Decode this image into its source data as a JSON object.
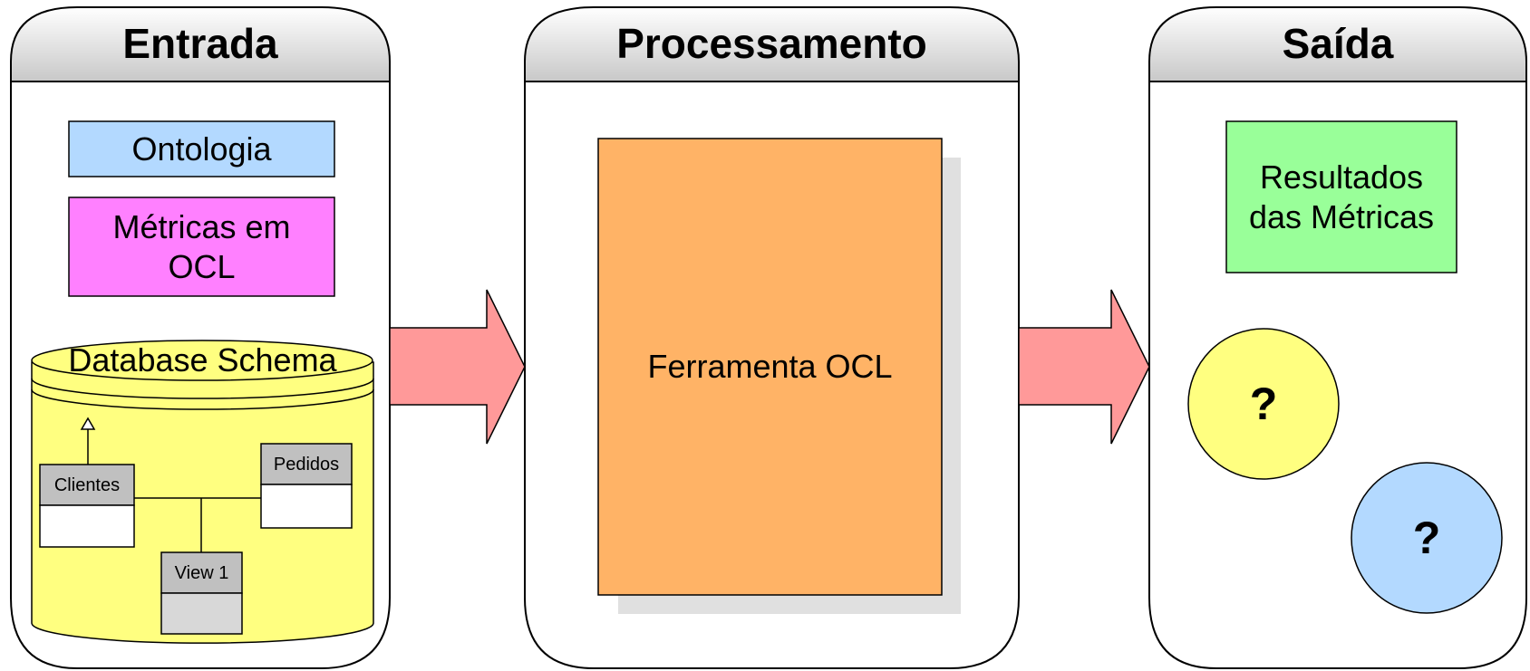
{
  "panels": {
    "input": {
      "title": "Entrada",
      "items": {
        "ontology": "Ontologia",
        "metrics": "Métricas em OCL",
        "database": {
          "label": "Database Schema",
          "tables": {
            "clientes": "Clientes",
            "pedidos": "Pedidos",
            "view": "View 1"
          }
        }
      }
    },
    "process": {
      "title": "Processamento",
      "tool": "Ferramenta OCL"
    },
    "output": {
      "title": "Saída",
      "results": "Resultados das Métricas",
      "unknown_1": "?",
      "unknown_2": "?"
    }
  },
  "colors": {
    "ontology": "#b3d9ff",
    "metrics": "#ff80ff",
    "database": "#ffff80",
    "table_header": "#c0c0c0",
    "tool": "#ffb366",
    "results": "#99ff99",
    "arrow": "#ff9999",
    "circle_yellow": "#ffff80",
    "circle_blue": "#b3d9ff",
    "header_gradient_top": "#ffffff",
    "header_gradient_bottom": "#c8c8c8"
  }
}
